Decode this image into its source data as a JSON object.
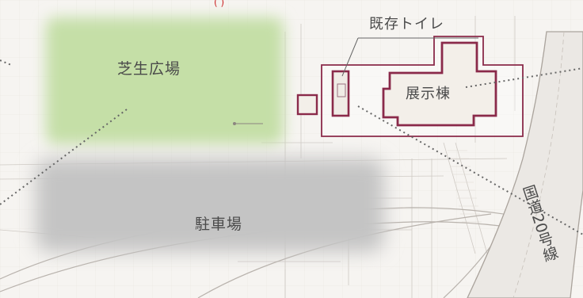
{
  "map": {
    "top_label": "(       )",
    "labels": {
      "lawn": "芝生広場",
      "parking": "駐車場",
      "exhibit": "展示棟",
      "toilet": "既存トイレ",
      "road": "国道20号線"
    },
    "colors": {
      "lawn": "#c5dfa7",
      "parking": "#c4c4c4",
      "building_outline": "#8a2a4a",
      "leader_line": "#666666",
      "top_label": "#cc2a2a",
      "background": "#f6f4f1"
    }
  }
}
